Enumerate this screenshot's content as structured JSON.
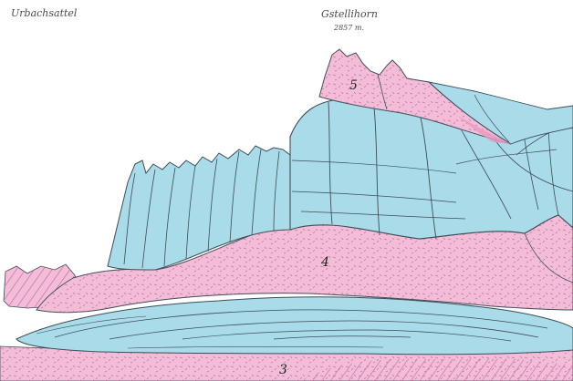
{
  "labels": {
    "left_title": "Urbachsattel",
    "peak_name": "Gstellihorn",
    "peak_height": "2857 m."
  },
  "layers": [
    {
      "id": "5",
      "label": "5"
    },
    {
      "id": "4",
      "label": "4"
    },
    {
      "id": "3",
      "label": "3"
    }
  ],
  "colors": {
    "limestone": "#a9dbe9",
    "limestone_dark": "#7fc3dc",
    "schist": "#f3bcd7",
    "schist_dark": "#e79ac0",
    "hatch": "#c67aa0",
    "line": "#3d4d57"
  }
}
